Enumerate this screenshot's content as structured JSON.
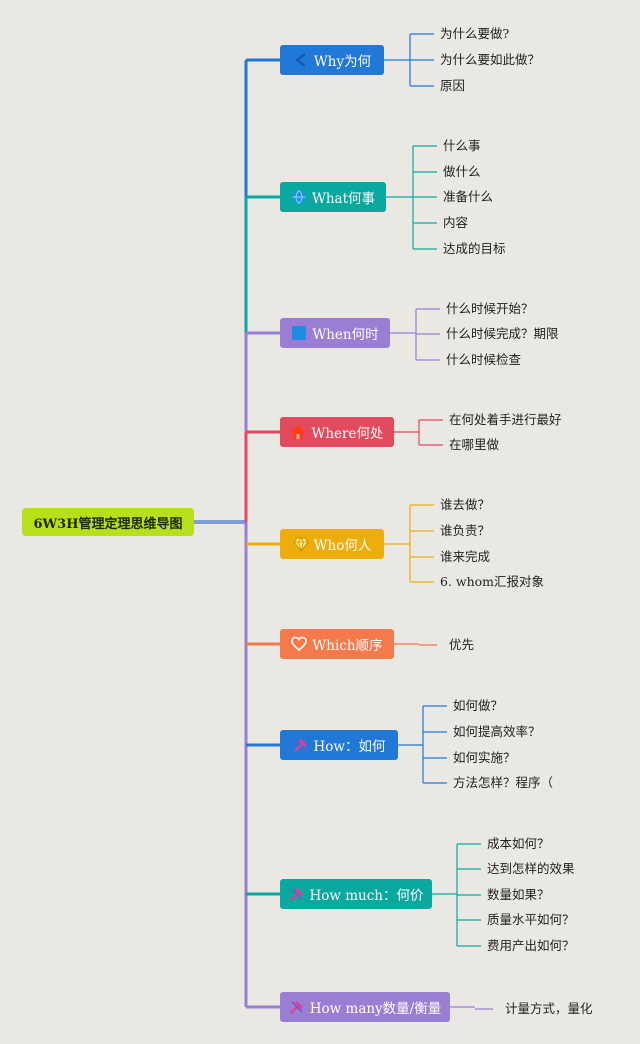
{
  "root": {
    "label": "6W3H管理定理思维导图"
  },
  "branches": [
    {
      "label": "Why为何",
      "icon": "chevron-left-icon",
      "color": "#2178d6",
      "leaves": [
        "为什么要做?",
        "为什么要如此做？",
        "原因"
      ]
    },
    {
      "label": "What何事",
      "icon": "globe-icon",
      "color": "#0aa89e",
      "leaves": [
        "什么事",
        "做什么",
        "准备什么",
        "内容",
        "达成的目标"
      ]
    },
    {
      "label": "When何时",
      "icon": "square-icon",
      "color": "#9a7ed4",
      "leaves": [
        "什么时候开始？",
        "什么时候完成？期限",
        "什么时候检查"
      ]
    },
    {
      "label": "Where何处",
      "icon": "home-icon",
      "color": "#e34a5e",
      "leaves": [
        "在何处着手进行最好",
        "在哪里做"
      ]
    },
    {
      "label": "Who何人",
      "icon": "diamond-icon",
      "color": "#edae0d",
      "leaves": [
        "谁去做？",
        "谁负责？",
        "谁来完成",
        "6. whom汇报对象"
      ]
    },
    {
      "label": "Which顺序",
      "icon": "heart-icon",
      "color": "#f47a4c",
      "leaves": [
        "优先"
      ]
    },
    {
      "label": "How：如何",
      "icon": "tools-icon",
      "color": "#2178d6",
      "leaves": [
        "如何做？",
        "如何提高效率？",
        "如何实施？",
        "方法怎样？程序（"
      ]
    },
    {
      "label": "How much：何价",
      "icon": "tools-icon",
      "color": "#0aa89e",
      "leaves": [
        "成本如何？",
        "达到怎样的效果",
        "数量如果？",
        "质量水平如何？",
        "费用产出如何？"
      ]
    },
    {
      "label": "How many数量/衡量",
      "icon": "tools-icon",
      "color": "#9a7ed4",
      "leaves": [
        "计量方式，量化"
      ]
    }
  ]
}
